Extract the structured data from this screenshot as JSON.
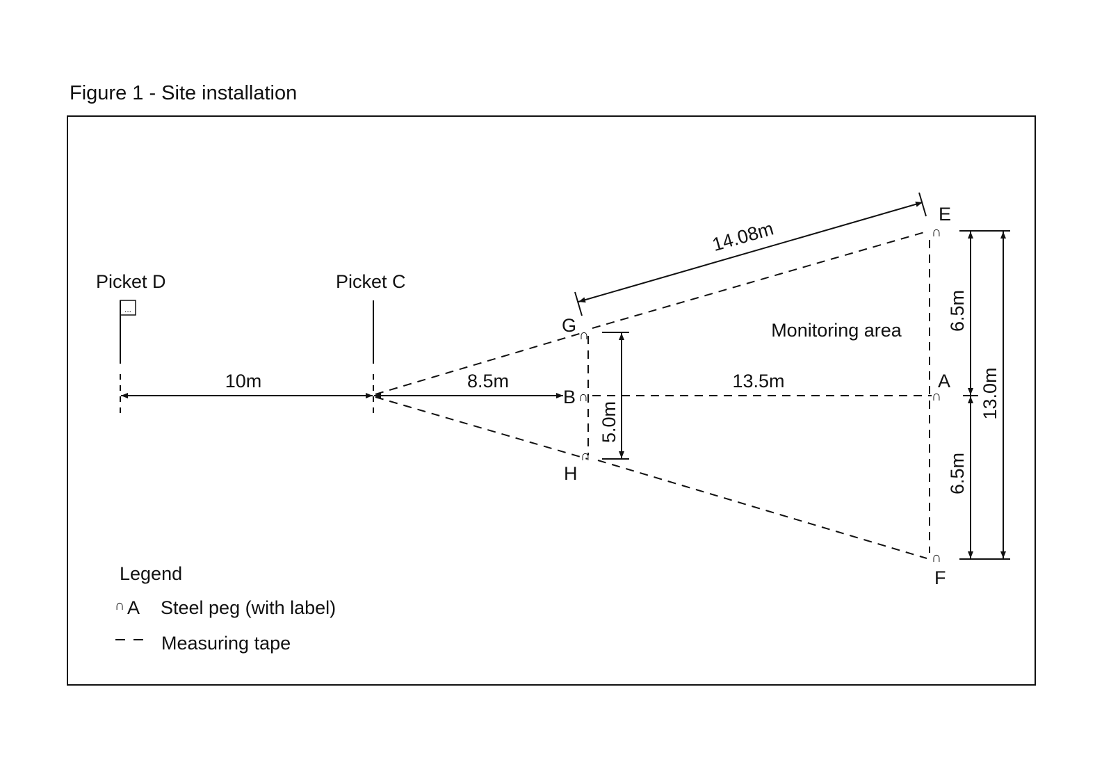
{
  "figure": {
    "title": "Figure 1 - Site installation"
  },
  "pickets": [
    {
      "id": "D",
      "label": "Picket D"
    },
    {
      "id": "C",
      "label": "Picket C"
    }
  ],
  "pegs": {
    "A": "A",
    "B": "B",
    "E": "E",
    "F": "F",
    "G": "G",
    "H": "H"
  },
  "peg_symbol": "∩",
  "dimensions": {
    "d_to_c": "10m",
    "c_to_b": "8.5m",
    "b_to_a": "13.5m",
    "g_to_e": "14.08m",
    "g_to_h": "5.0m",
    "e_to_a": "6.5m",
    "a_to_f": "6.5m",
    "e_to_f": "13.0m"
  },
  "area_label": "Monitoring area",
  "legend": {
    "title": "Legend",
    "peg_symbol_label": "A",
    "peg_text": "Steel peg (with label)",
    "tape_text": "Measuring tape"
  }
}
